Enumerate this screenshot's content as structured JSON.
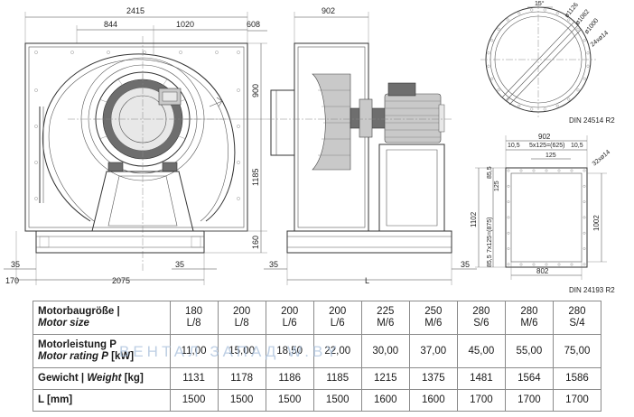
{
  "dims": {
    "front_width": "2415",
    "front_844": "844",
    "front_1020": "1020",
    "front_608": "608",
    "front_900": "900",
    "front_1185": "1185",
    "front_160": "160",
    "front_35_left": "35",
    "front_35_mid": "35",
    "front_170": "170",
    "front_2075": "2075",
    "side_902": "902",
    "side_35": "35",
    "side_L": "L",
    "flange_angle": "15°",
    "flange_d1": "ø1126",
    "flange_d2": "ø1082",
    "flange_d3": "ø1000",
    "flange_holes": "24xø14",
    "flange_standard": "DIN 24514 R2",
    "rect_902": "902",
    "rect_10_5_a": "10,5",
    "rect_5x125": "5x125=(625)",
    "rect_10_5_b": "10,5",
    "rect_125": "125",
    "rect_32x14": "32xø14",
    "rect_85_5_top": "85,5",
    "rect_125_v": "125",
    "rect_1102": "1102",
    "rect_7x125": "7x125=(875)",
    "rect_1002": "1002",
    "rect_85_5_bottom": "85,5",
    "rect_802": "802",
    "rect_standard": "DIN 24193 R2"
  },
  "table": {
    "motor_size_label_de": "Motorbaugröße |",
    "motor_size_label_en": "Motor size",
    "motor_size": [
      [
        "180",
        "L/8"
      ],
      [
        "200",
        "L/8"
      ],
      [
        "200",
        "L/6"
      ],
      [
        "200",
        "L/6"
      ],
      [
        "225",
        "M/6"
      ],
      [
        "250",
        "M/6"
      ],
      [
        "280",
        "S/6"
      ],
      [
        "280",
        "M/6"
      ],
      [
        "280",
        "S/4"
      ]
    ],
    "motor_rating_label_de": "Motorleistung P",
    "motor_rating_label_en": "Motor rating P",
    "motor_rating_unit": "[kW]",
    "motor_rating": [
      "11,00",
      "15,00",
      "18,50",
      "22,00",
      "30,00",
      "37,00",
      "45,00",
      "55,00",
      "75,00"
    ],
    "weight_label_de": "Gewicht |",
    "weight_label_en": "Weight",
    "weight_unit": "[kg]",
    "weight": [
      "1131",
      "1178",
      "1186",
      "1185",
      "1215",
      "1375",
      "1481",
      "1564",
      "1586"
    ],
    "length_label": "L [mm]",
    "length": [
      "1500",
      "1500",
      "1500",
      "1500",
      "1600",
      "1600",
      "1700",
      "1700",
      "1700"
    ]
  },
  "watermark": "ВЕНТАЛ ЗАПАД   W.BY"
}
